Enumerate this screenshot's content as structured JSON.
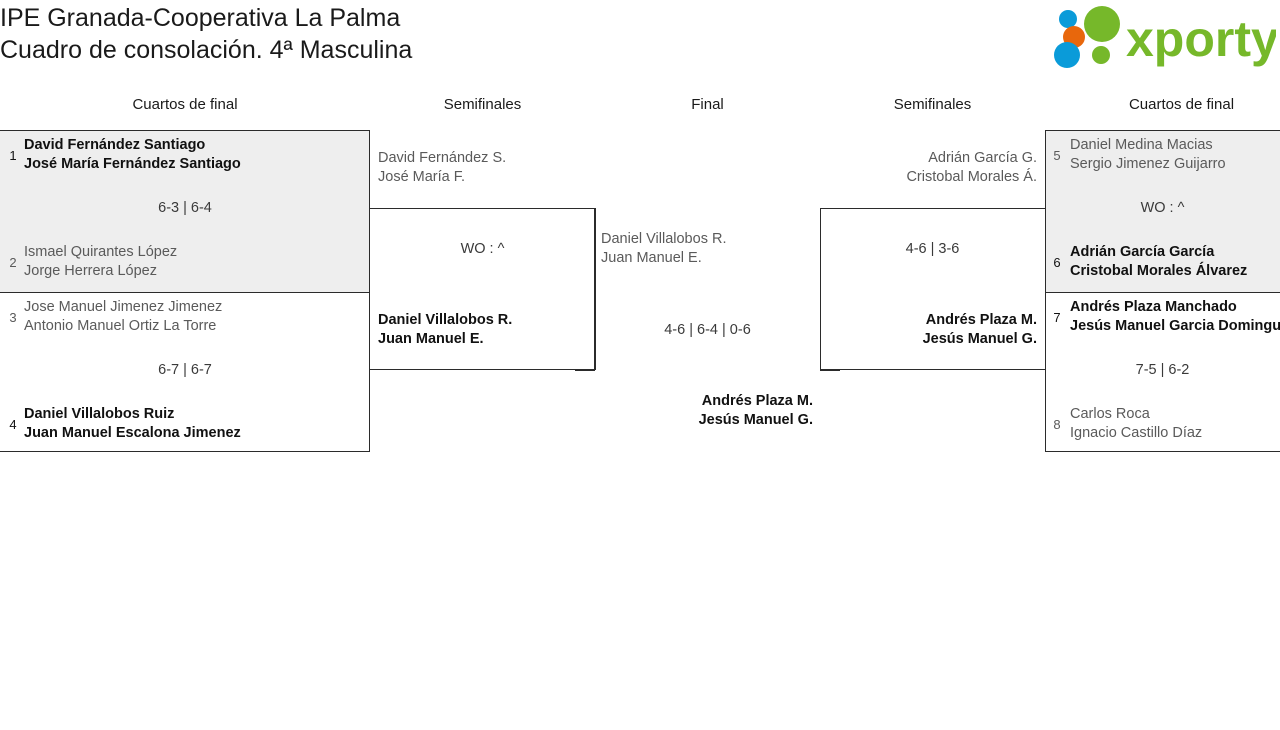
{
  "header": {
    "title_line1": "IPE Granada-Cooperativa La Palma",
    "title_line2": "Cuadro de consolación. 4ª Masculina",
    "logo_text": "xporty"
  },
  "colors": {
    "logo_green": "#76b82a",
    "logo_blue": "#0a9bd9",
    "logo_orange": "#e8670c",
    "shaded_row": "#eeeeee",
    "border": "#2b2b2b",
    "winner_text": "#111111",
    "loser_text": "#5a5a5a"
  },
  "rounds": [
    {
      "label": "Cuartos de final"
    },
    {
      "label": "Semifinales"
    },
    {
      "label": "Final"
    },
    {
      "label": "Semifinales"
    },
    {
      "label": "Cuartos de final"
    }
  ],
  "quarterfinals_left": [
    {
      "shaded": true,
      "score": "6-3 | 6-4",
      "teams": [
        {
          "seed": "1",
          "player1": "David Fernández Santiago",
          "player2": "José María Fernández Santiago",
          "winner": true
        },
        {
          "seed": "2",
          "player1": "Ismael Quirantes López",
          "player2": "Jorge Herrera López",
          "winner": false
        }
      ]
    },
    {
      "shaded": false,
      "score": "6-7 | 6-7",
      "teams": [
        {
          "seed": "3",
          "player1": "Jose Manuel Jimenez Jimenez",
          "player2": "Antonio Manuel Ortiz La Torre",
          "winner": false
        },
        {
          "seed": "4",
          "player1": "Daniel Villalobos Ruiz",
          "player2": "Juan Manuel Escalona Jimenez",
          "winner": true
        }
      ]
    }
  ],
  "quarterfinals_right": [
    {
      "shaded": true,
      "score": "WO : ^",
      "teams": [
        {
          "seed": "5",
          "player1": "Daniel Medina Macias",
          "player2": "Sergio Jimenez Guijarro",
          "winner": false
        },
        {
          "seed": "6",
          "player1": "Adrián García García",
          "player2": "Cristobal Morales Álvarez",
          "winner": true
        }
      ]
    },
    {
      "shaded": false,
      "score": "7-5 | 6-2",
      "teams": [
        {
          "seed": "7",
          "player1": "Andrés Plaza Manchado",
          "player2": "Jesús Manuel Garcia Dominguez",
          "winner": true
        },
        {
          "seed": "8",
          "player1": "Carlos Roca",
          "player2": "Ignacio Castillo Díaz",
          "winner": false
        }
      ]
    }
  ],
  "semifinal_left": {
    "score": "WO : ^",
    "loser": {
      "player1": "David Fernández S.",
      "player2": "José María F."
    },
    "winner": {
      "player1": "Daniel Villalobos R.",
      "player2": "Juan Manuel E."
    }
  },
  "semifinal_right": {
    "score": "4-6 | 3-6",
    "loser": {
      "player1": "Adrián García G.",
      "player2": "Cristobal Morales Á."
    },
    "winner": {
      "player1": "Andrés Plaza M.",
      "player2": "Jesús Manuel G."
    }
  },
  "final": {
    "score": "4-6 | 6-4 | 0-6",
    "loser": {
      "player1": "Daniel Villalobos R.",
      "player2": "Juan Manuel E."
    },
    "winner": {
      "player1": "Andrés Plaza M.",
      "player2": "Jesús Manuel G."
    }
  }
}
